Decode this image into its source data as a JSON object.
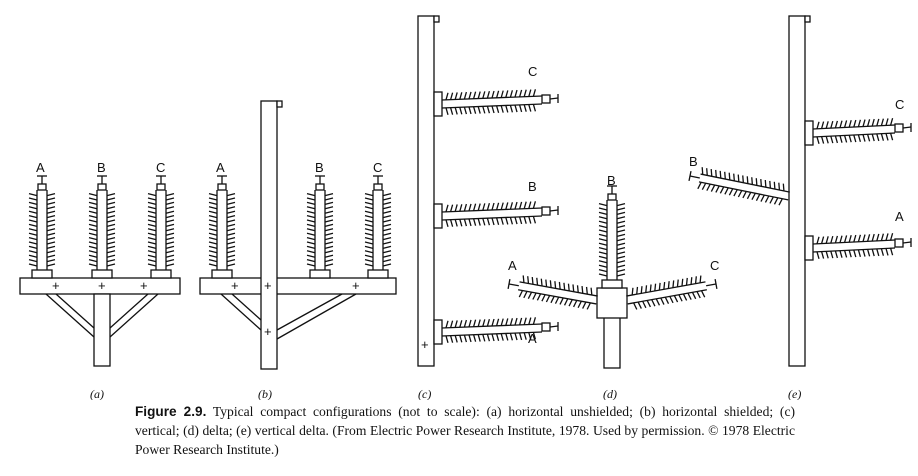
{
  "panels": {
    "a": {
      "sublabel": "(a)",
      "phases": [
        "A",
        "B",
        "C"
      ]
    },
    "b": {
      "sublabel": "(b)",
      "phases": [
        "A",
        "B",
        "C"
      ]
    },
    "c": {
      "sublabel": "(c)",
      "phases": [
        "C",
        "B",
        "A"
      ]
    },
    "d": {
      "sublabel": "(d)",
      "phases": [
        "B",
        "A",
        "C"
      ]
    },
    "e": {
      "sublabel": "(e)",
      "phases": [
        "C",
        "B",
        "A"
      ]
    }
  },
  "caption": {
    "label": "Figure 2.9.",
    "text": "Typical compact configurations (not to scale): (a) horizontal unshielded; (b) horizontal shielded; (c) vertical; (d) delta; (e) vertical delta. (From Electric Power Research Institute, 1978. Used by permission. © 1978 Electric Power Research Institute.)"
  }
}
